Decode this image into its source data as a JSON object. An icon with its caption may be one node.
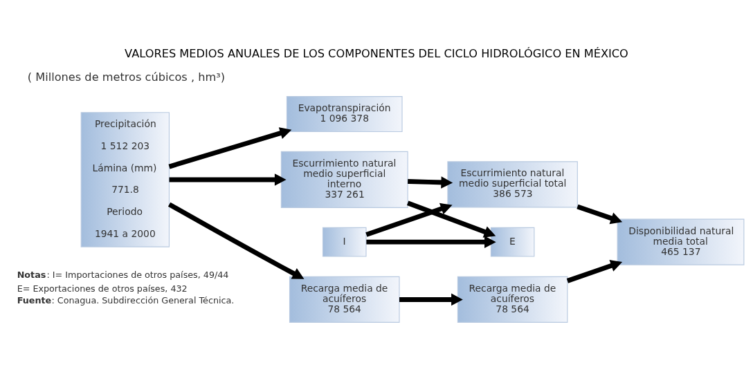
{
  "diagram": {
    "title": "VALORES MEDIOS ANUALES DE LOS COMPONENTES DEL CICLO HIDROLÓGICO EN MÉXICO",
    "nodes": [
      {
        "text": [
          "Precipitación",
          "1 512 203",
          "Lámina (mm)",
          "771.8",
          "Periodo",
          "1941 a 2000"
        ]
      },
      {
        "text": [
          "Evapotranspiración",
          "1 096 378"
        ]
      },
      {
        "text": [
          "Escurrimiento natural medio superficial interno",
          "337 261"
        ]
      },
      {
        "text": [
          "Recarga media de acuíferos",
          "78 564"
        ]
      },
      {
        "text": [
          "I"
        ]
      },
      {
        "text": [
          "E"
        ]
      },
      {
        "text": [
          "Escurrimiento natural medio superficial total",
          "386 573"
        ]
      },
      {
        "text": [
          "Recarga media de acuíferos",
          "78 564"
        ]
      },
      {
        "text": [
          "Disponibilidad natural media total",
          "465 137"
        ]
      }
    ],
    "edges": [
      {
        "from": 0,
        "to": 1,
        "arrow": "to"
      },
      {
        "from": 0,
        "to": 2,
        "arrow": "to"
      },
      {
        "from": 0,
        "to": 3,
        "arrow": "to"
      },
      {
        "from": 2,
        "to": 6,
        "arrow": "to"
      },
      {
        "from": 4,
        "to": 6,
        "arrow": "to"
      },
      {
        "from": 2,
        "to": 5,
        "arrow": "to"
      },
      {
        "from": 4,
        "to": 5,
        "arrow": "to"
      },
      {
        "from": 3,
        "to": 7,
        "arrow": "to"
      },
      {
        "from": 6,
        "to": 8,
        "arrow": "to"
      },
      {
        "from": 7,
        "to": 8,
        "arrow": "to"
      }
    ],
    "labels": [
      "( Millones de metros cúbicos , hm³)",
      "**Notas**: I= Importaciones de otros países, 49/44",
      "E= Exportaciones de otros países, 432",
      "**Fuente**: Conagua. Subdirección General Técnica."
    ]
  }
}
